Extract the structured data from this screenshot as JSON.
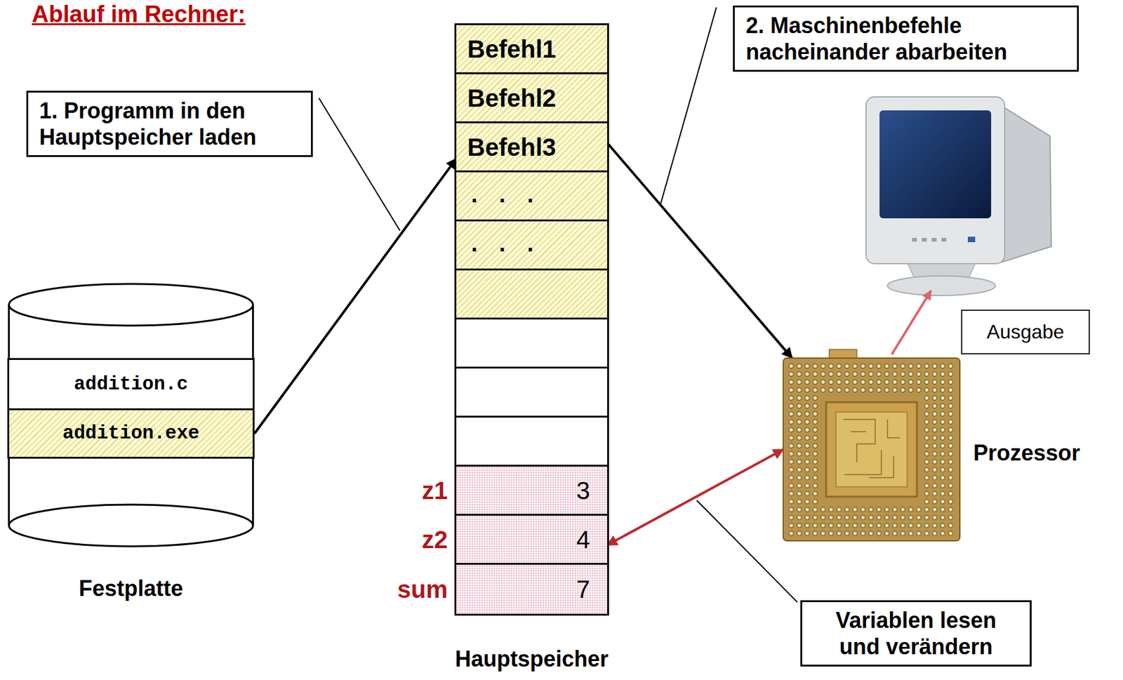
{
  "diagram": {
    "title": "Ablauf im Rechner:",
    "nodes": [
      {
        "text": [
          "1. Programm in den Hauptspeicher laden"
        ]
      },
      {
        "text": [
          "Hauptspeicher"
        ]
      },
      {
        "text": [
          "Befehl1"
        ],
        "in": 1
      },
      {
        "text": [
          "Befehl2"
        ],
        "in": 1
      },
      {
        "text": [
          "Befehl3"
        ],
        "in": 1
      },
      {
        "text": [
          ". . ."
        ],
        "in": 1
      },
      {
        "text": [
          ". . ."
        ],
        "in": 1
      },
      {
        "text": [
          "z1",
          "3"
        ],
        "in": 1
      },
      {
        "text": [
          "z2",
          "4"
        ],
        "in": 1
      },
      {
        "text": [
          "sum",
          "7"
        ],
        "in": 1
      },
      {
        "text": [
          "2. Maschinenbefehle nacheinander abarbeiten"
        ]
      },
      {
        "text": [
          "Festplatte"
        ]
      },
      {
        "text": [
          "addition.c"
        ],
        "in": 11
      },
      {
        "text": [
          "addition.exe"
        ],
        "in": 11
      },
      {
        "text": [
          "Ausgabe"
        ]
      },
      {
        "text": [
          "Prozessor"
        ]
      },
      {
        "text": [
          "Variablen lesen und verändern"
        ]
      }
    ],
    "edges": [
      {
        "from": 13,
        "to": 4,
        "arrow": "to"
      },
      {
        "from": 4,
        "to": 15,
        "arrow": "to"
      },
      {
        "from": 8,
        "to": 15,
        "arrow": "both"
      }
    ]
  }
}
